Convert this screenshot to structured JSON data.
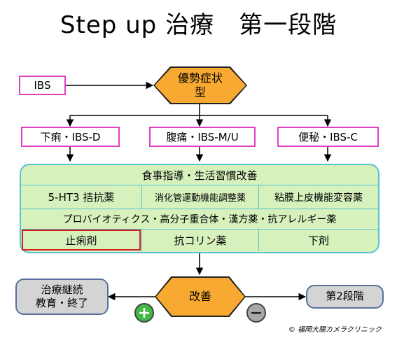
{
  "title": "Step up 治療　第一段階",
  "nodes": {
    "ibs": "IBS",
    "dominant_type": "優勢症状\n型",
    "diarrhea": "下痢・IBS-D",
    "abdominal_pain": "腹痛・IBS-M/U",
    "constipation": "便秘・IBS-C",
    "improvement": "改善",
    "continue_treatment": "治療継続\n教育・終了",
    "second_stage": "第2段階",
    "plus": "+",
    "minus": "−"
  },
  "panel": {
    "row1": "食事指導・生活習慣改善",
    "row2": [
      "5-HT3 拮抗薬",
      "消化管運動機能調整薬",
      "粘膜上皮機能変容薬"
    ],
    "row3": "プロバイオティクス・高分子重合体・漢方薬・抗アレルギー薬",
    "row4": [
      "止痢剤",
      "抗コリン薬",
      "下剤"
    ]
  },
  "copyright": "© 福岡大腸カメラクリニック",
  "colors": {
    "octagon": "#f7a931",
    "pink_border": "#e040c0",
    "panel_fill": "#d7f1bd",
    "panel_border": "#56c3d3",
    "red_highlight": "#d42020",
    "plus_circle": "#43b844",
    "minus_circle": "#a8a8a8",
    "gray_box": "#d4d4d4"
  }
}
